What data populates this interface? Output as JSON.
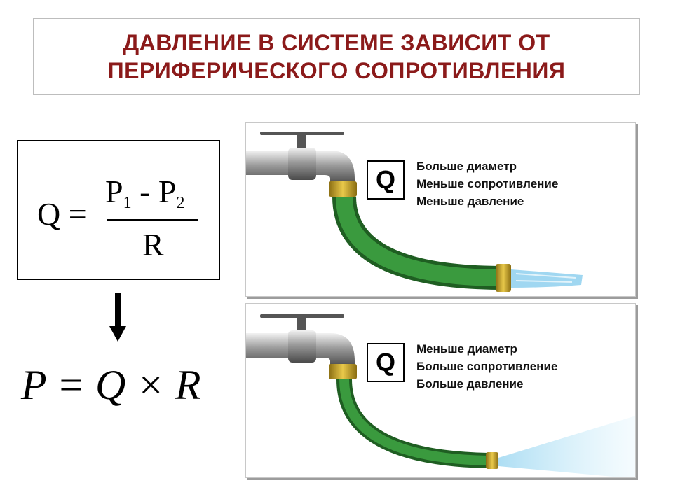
{
  "title": {
    "line1": "ДАВЛЕНИЕ В СИСТЕМЕ ЗАВИСИТ ОТ",
    "line2": "ПЕРИФЕРИЧЕСКОГО СОПРОТИВЛЕНИЯ"
  },
  "formula": {
    "lhs": "Q =",
    "p1": "P",
    "p1_sub": "1",
    "minus": " - ",
    "p2": "P",
    "p2_sub": "2",
    "denominator": "R",
    "result": "P = Q × R"
  },
  "panels": [
    {
      "q_label": "Q",
      "lines": [
        "Больше диаметр",
        "Меньше сопротивление",
        "Меньше давление"
      ]
    },
    {
      "q_label": "Q",
      "lines": [
        "Меньше диаметр",
        "Больше сопротивление",
        "Больше давление"
      ]
    }
  ],
  "colors": {
    "title": "#8b1a1a",
    "hose": "#2e7d32",
    "brass": "#c9a227",
    "water": "#7ec8ea"
  }
}
